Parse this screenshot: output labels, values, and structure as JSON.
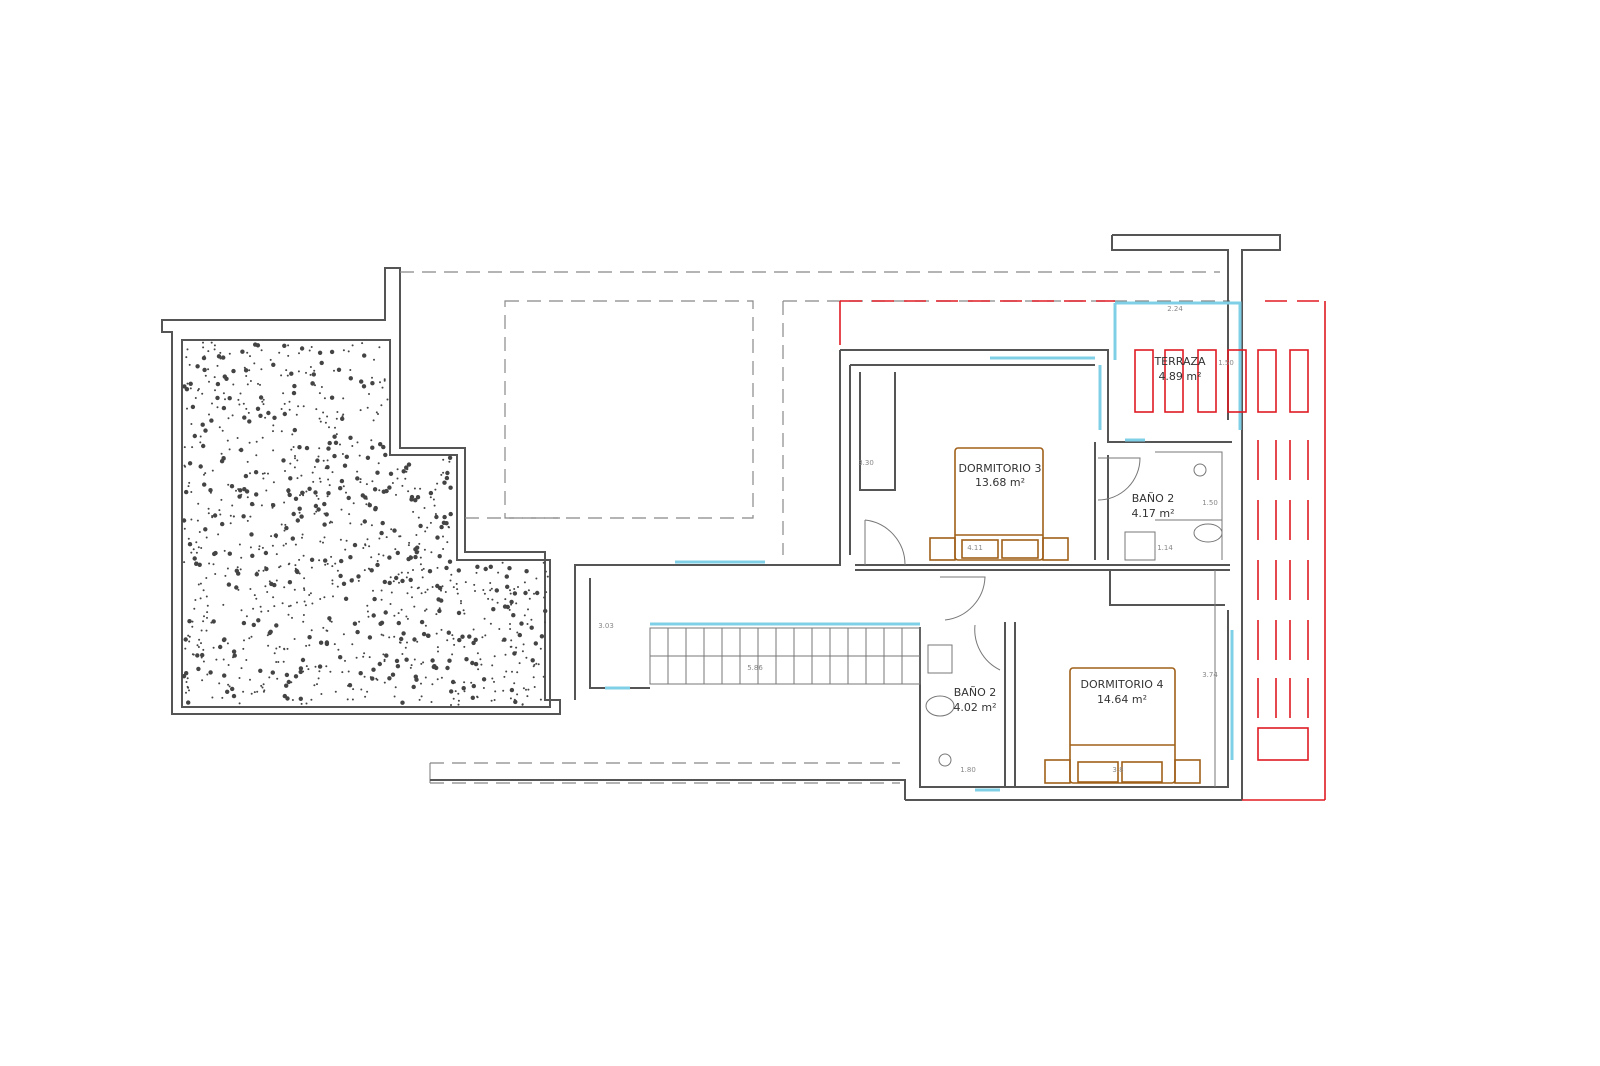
{
  "rooms": [
    {
      "name": "DORMITORIO 3",
      "area": "13.68 m²"
    },
    {
      "name": "BAÑO 2",
      "area": "4.17 m²"
    },
    {
      "name": "TERRAZA",
      "area": "4.89 m²"
    },
    {
      "name": "BAÑO 2",
      "area": "4.02 m²"
    },
    {
      "name": "DORMITORIO 4",
      "area": "14.64 m²"
    }
  ],
  "dimensions": [
    "2.24",
    "1.50",
    "3.30",
    "4.11",
    "1.14",
    "1.50",
    "3.03",
    "5.86",
    "3.74",
    "1.80",
    "3.8"
  ],
  "colors": {
    "walls": "#555555",
    "glazing": "#7fd0e6",
    "furniture": "#a0601a",
    "pergola": "#e01b24",
    "gravel": "#444444"
  }
}
